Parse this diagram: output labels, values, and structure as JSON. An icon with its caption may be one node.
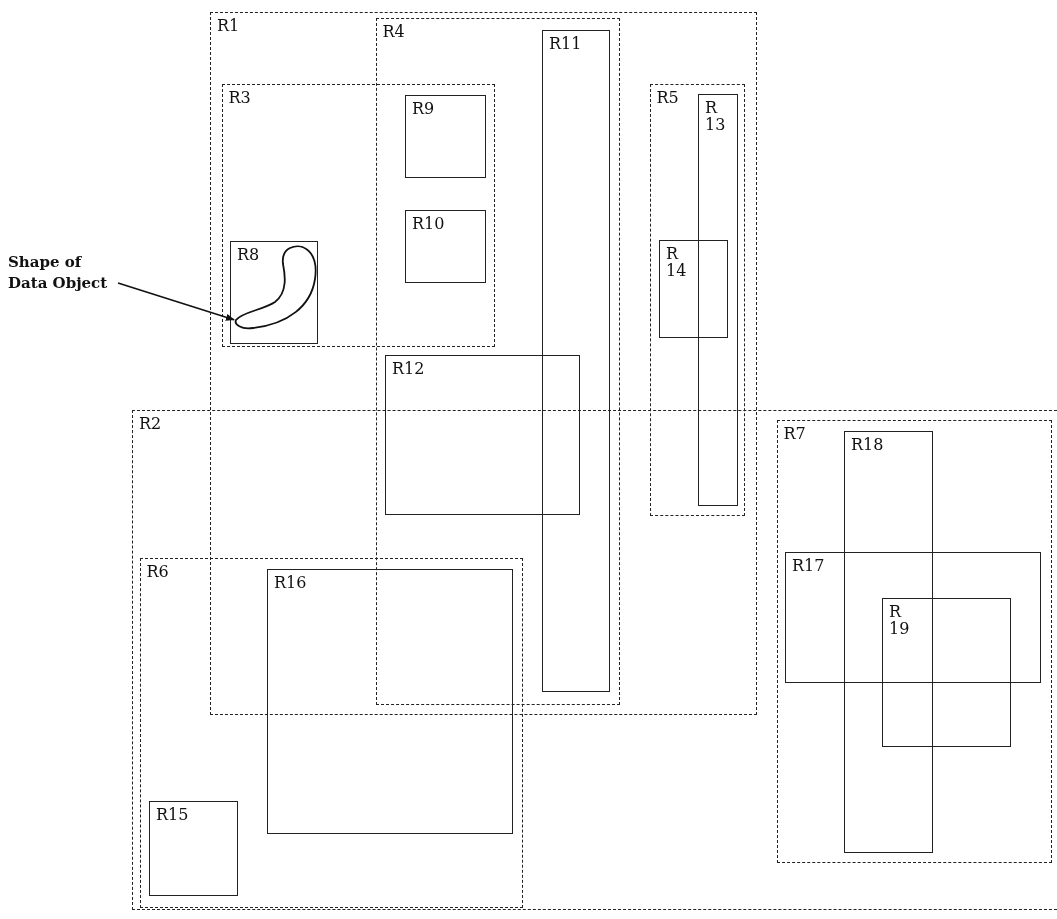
{
  "diagram": {
    "nodes": [
      {
        "text": [
          "R1"
        ]
      },
      {
        "text": [
          "R3"
        ],
        "in": 0
      },
      {
        "text": [
          "R8"
        ],
        "in": 1
      },
      {
        "text": [],
        "shape": "blob",
        "in": 2
      },
      {
        "text": [
          "R9"
        ]
      },
      {
        "text": [
          "R10"
        ]
      },
      {
        "text": [
          "R4"
        ],
        "in": 0
      },
      {
        "text": [
          "R11"
        ],
        "in": 6
      },
      {
        "text": [
          "R12"
        ],
        "in": 6
      },
      {
        "text": [
          "R5"
        ],
        "in": 0
      },
      {
        "text": [
          "R 13"
        ],
        "in": 9
      },
      {
        "text": [
          "R 14"
        ],
        "in": 9
      },
      {
        "text": [
          "Shape of Data Object"
        ]
      },
      {
        "text": [
          "R2"
        ]
      },
      {
        "text": [
          "R6"
        ],
        "in": 13
      },
      {
        "text": [
          "R16"
        ],
        "in": 14
      },
      {
        "text": [
          "R15"
        ],
        "in": 14
      },
      {
        "text": [
          "R7"
        ],
        "in": 13
      },
      {
        "text": [
          "R18"
        ],
        "in": 17
      },
      {
        "text": [
          "R17"
        ],
        "in": 17
      },
      {
        "text": [
          "R 19"
        ],
        "in": 17
      }
    ],
    "edges": [
      {
        "from": 12,
        "to": 3,
        "arrow": "to"
      }
    ]
  }
}
